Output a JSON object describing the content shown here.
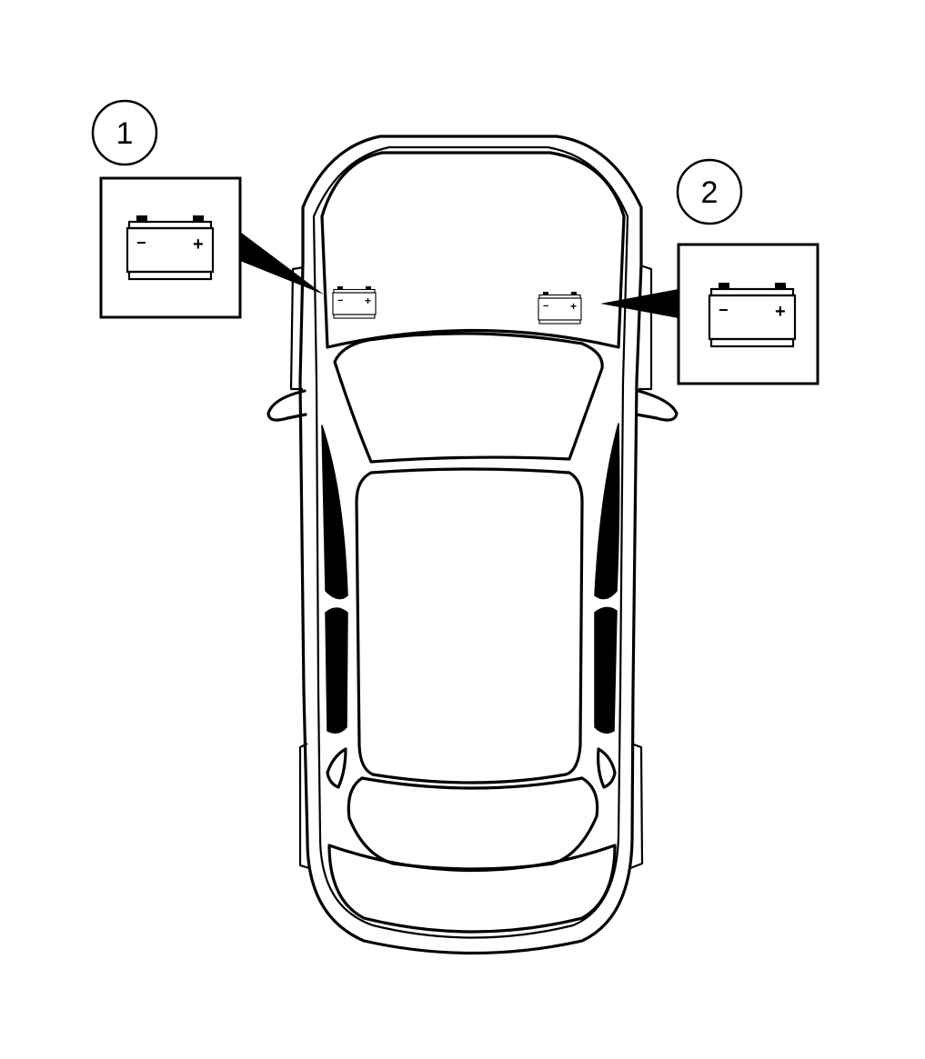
{
  "callouts": [
    {
      "id": "1",
      "label": "1"
    },
    {
      "id": "2",
      "label": "2"
    }
  ],
  "battery_terminals": {
    "negative": "−",
    "positive": "+"
  },
  "colors": {
    "line": "#000000",
    "background": "#ffffff"
  }
}
